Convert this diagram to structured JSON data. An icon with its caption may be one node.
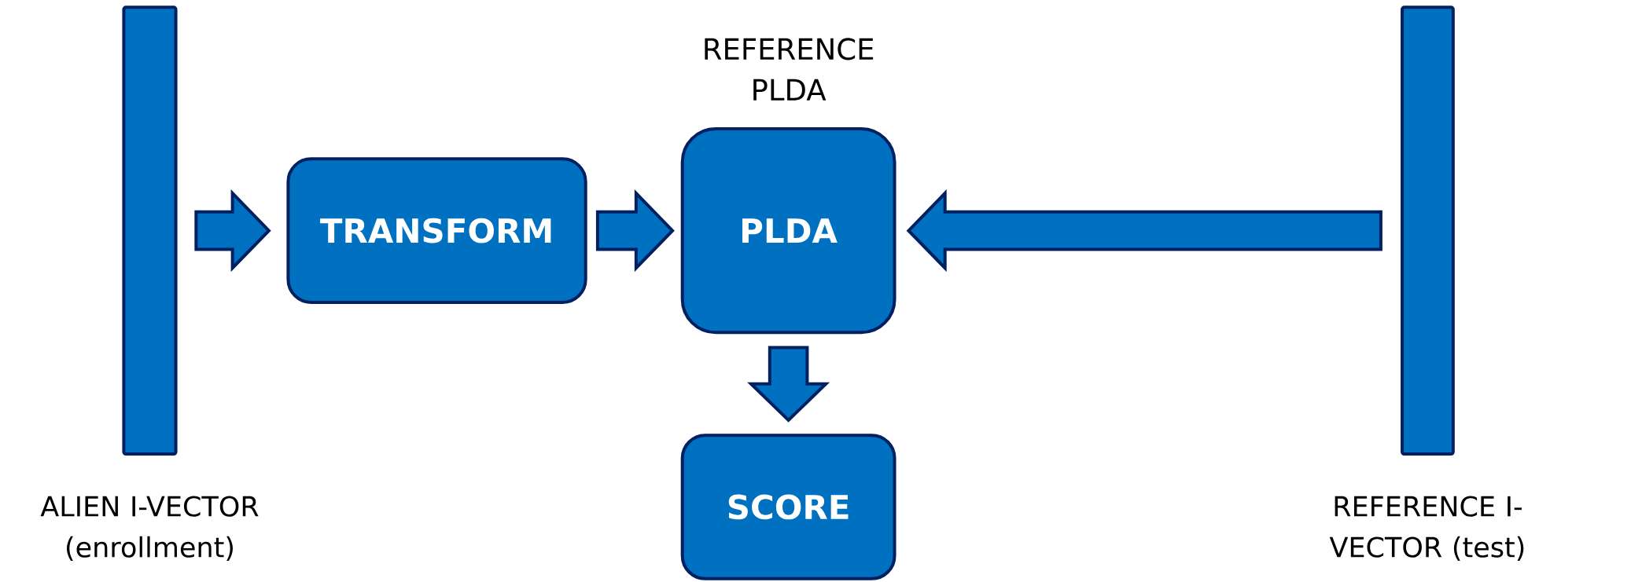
{
  "diagram": {
    "nodes": [
      {
        "text": [],
        "shape": "bar",
        "beside": [
          "ALIEN I-VECTOR (enrollment)"
        ]
      },
      {
        "text": [
          "TRANSFORM"
        ]
      },
      {
        "text": [
          "REFERENCE PLDA",
          "PLDA"
        ]
      },
      {
        "text": [
          "SCORE"
        ]
      },
      {
        "text": [],
        "shape": "bar",
        "beside": [
          "REFERENCE I-VECTOR (test)"
        ]
      }
    ],
    "edges": [
      {
        "from": 0,
        "to": 1,
        "arrow": "to"
      },
      {
        "from": 1,
        "to": 2,
        "arrow": "to"
      },
      {
        "from": 4,
        "to": 2,
        "arrow": "to"
      },
      {
        "from": 2,
        "to": 3,
        "arrow": "to"
      }
    ]
  }
}
